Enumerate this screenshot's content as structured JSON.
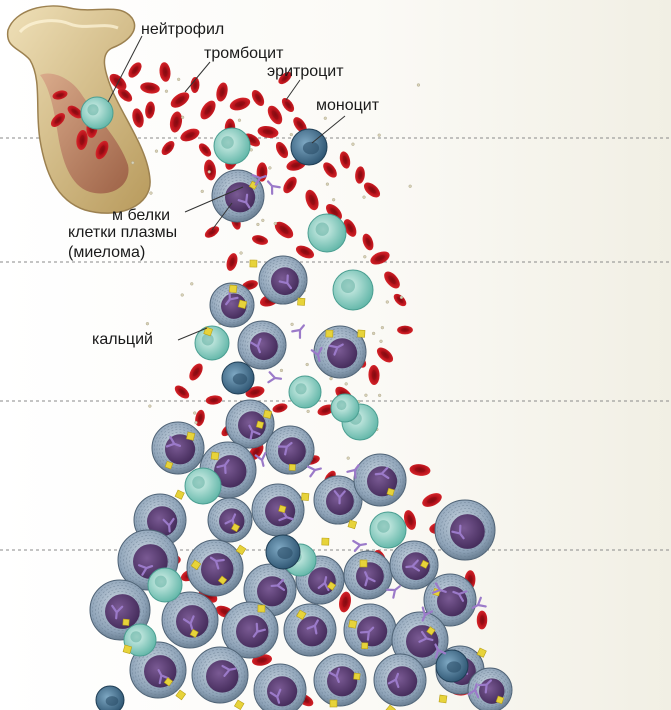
{
  "labels": {
    "neutrophil": "нейтрофил",
    "platelet": "тромбоцит",
    "erythrocyte": "эритроцит",
    "monocyte": "моноцит",
    "m_protein": "м белки",
    "plasma_cells_1": "клетки плазмы",
    "plasma_cells_2": "(миелома)",
    "calcium": "кальций"
  },
  "colors": {
    "red_cell": "#c0141c",
    "myeloma_nucleus": "#5c3c74",
    "myeloma_body": "#8ea3b8",
    "neutrophil": "#7cc9bd",
    "monocyte": "#3f6f8d",
    "calcium": "#e7d33a",
    "antibody": "#9b7ac9",
    "bone": "#d6c08e",
    "dashed_line": "#8a8a8a"
  }
}
